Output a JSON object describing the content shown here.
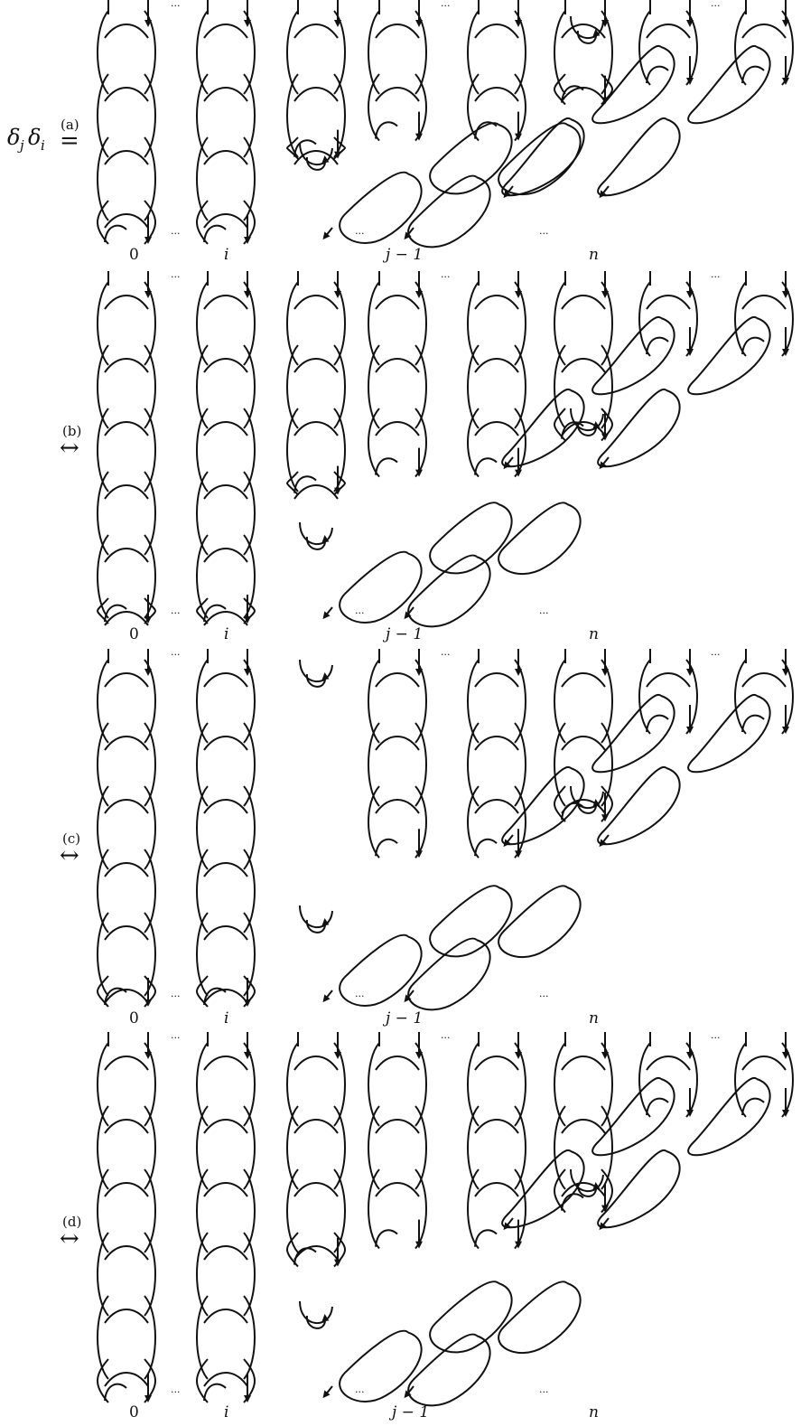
{
  "equation": {
    "lhs": "δjδi",
    "lhs_main": "δ",
    "lhs_sub_j": "j",
    "lhs_main2": "δ",
    "lhs_sub_i": "i",
    "ellipsis": "···"
  },
  "panels": [
    {
      "relation": "=",
      "step": "(a)",
      "column_labels": [
        "0",
        "i",
        "j − 1",
        "n"
      ]
    },
    {
      "relation": "↔",
      "step": "(b)",
      "column_labels": [
        "0",
        "i",
        "j − 1",
        "n"
      ]
    },
    {
      "relation": "↔",
      "step": "(c)",
      "column_labels": [
        "0",
        "i",
        "j − 1",
        "n"
      ]
    },
    {
      "relation": "↔",
      "step": "(d)",
      "column_labels": [
        "0",
        "i",
        "j − 1",
        "n"
      ]
    }
  ]
}
